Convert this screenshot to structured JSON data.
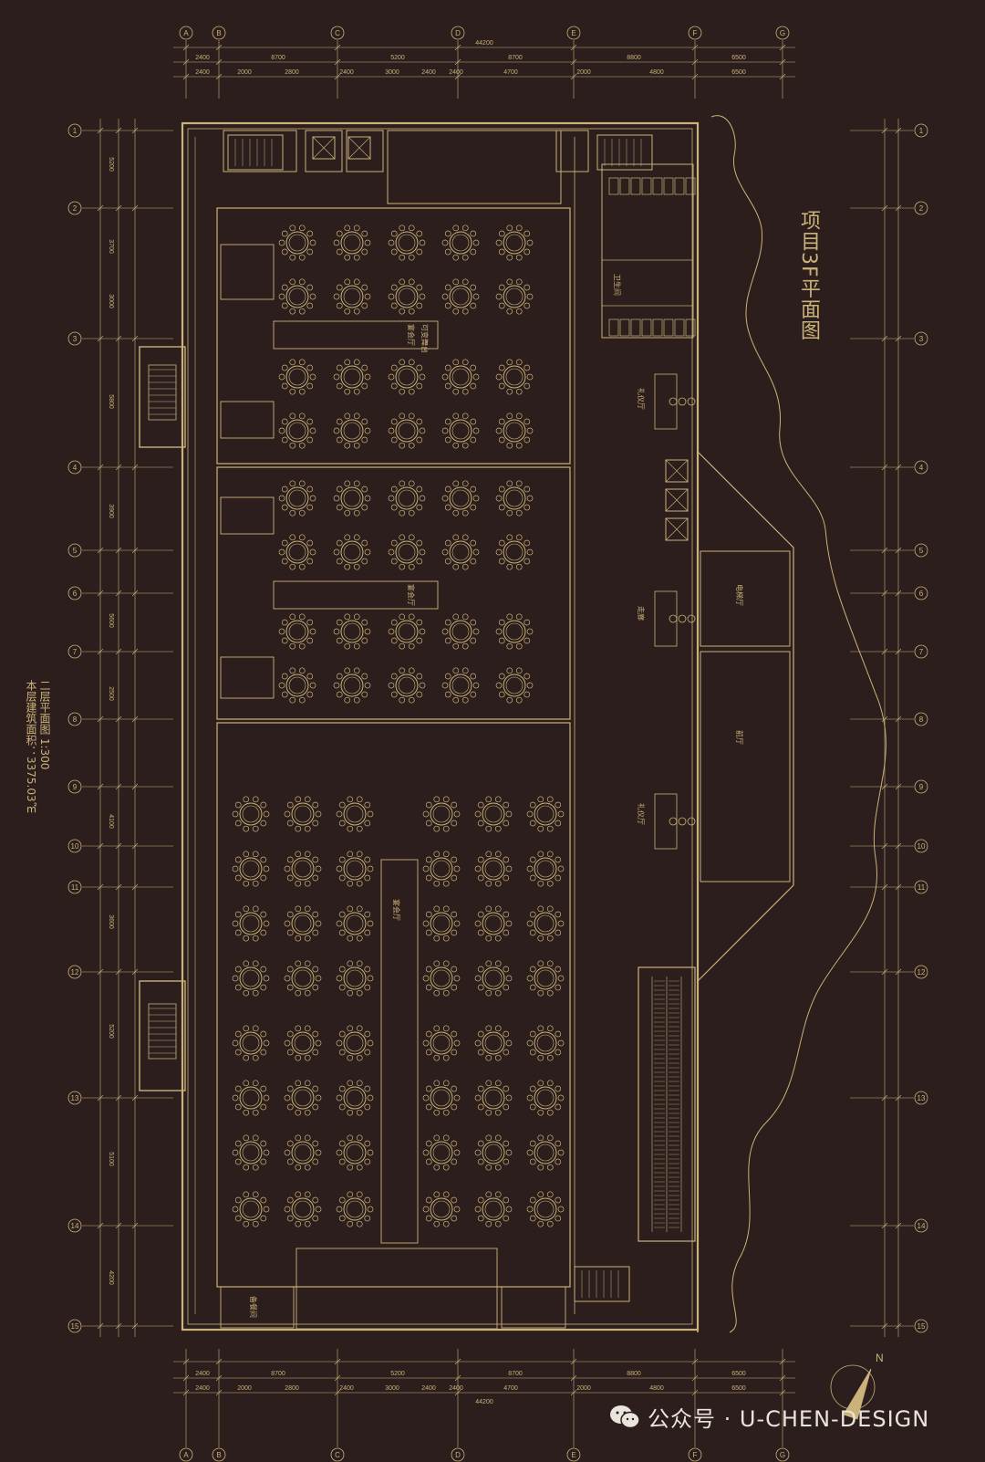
{
  "title": "项目3F平面图",
  "caption": {
    "plan_name": "二层平面图 1:300",
    "area": "本层建筑面积：3375.03㎡"
  },
  "grid": {
    "columns": [
      "A",
      "B",
      "C",
      "D",
      "E",
      "F",
      "G"
    ],
    "rows": [
      "1",
      "2",
      "3",
      "4",
      "5",
      "6",
      "7",
      "8",
      "9",
      "10",
      "11",
      "12",
      "13",
      "14",
      "15"
    ]
  },
  "dims": {
    "total": "44200",
    "top_row1": [
      "2400",
      "8700",
      "5200",
      "8700",
      "8800",
      "6500"
    ],
    "top_row2": [
      "2400",
      "2000",
      "2800",
      "2400",
      "3000",
      "2400",
      "2400",
      "4700",
      "2000",
      "4800",
      "6500"
    ]
  },
  "rooms": {
    "banquet_1": "宴会厅",
    "banquet_2": "宴会厅",
    "banquet_3": "宴会厅",
    "stage": "可变舞台",
    "etiquette": "礼仪厅",
    "corridor": "走廊",
    "lobby": "前厅",
    "pantry": "备餐间",
    "restroom": "卫生间",
    "elevator_hall": "电梯厅"
  },
  "north": "N",
  "watermark": "公众号 · U-CHEN-DESIGN",
  "colors": {
    "background": "#2b1e1c",
    "line": "#cbb27a",
    "watermark": "#e9e4dc"
  }
}
